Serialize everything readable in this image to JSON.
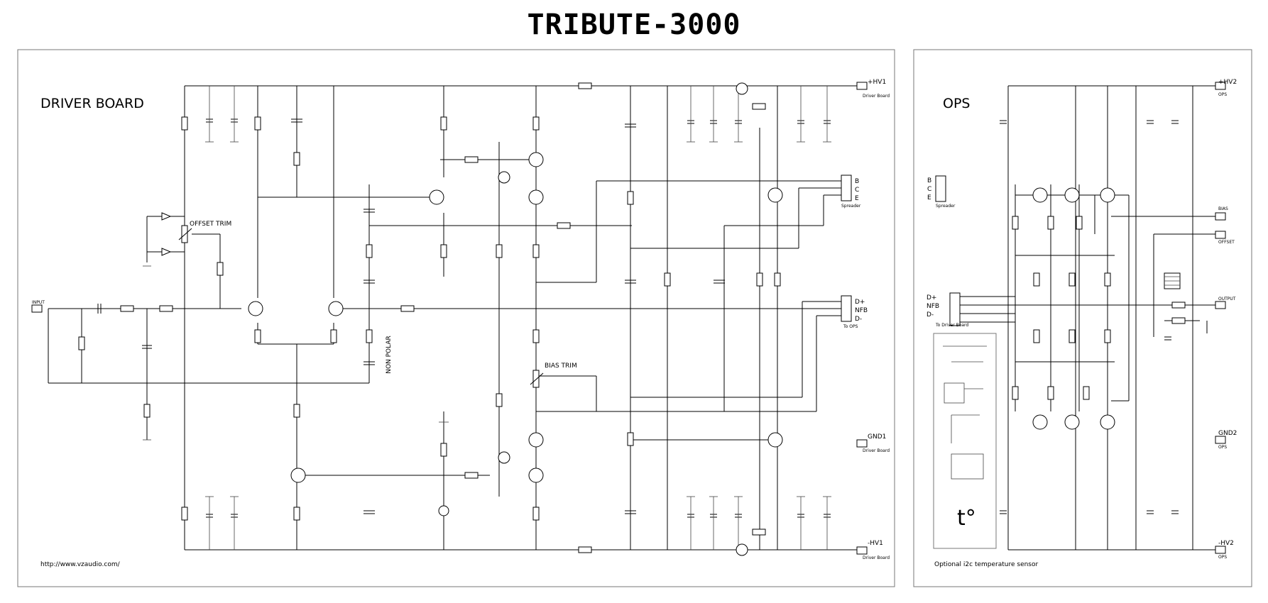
{
  "title": "TRIBUTE-3000",
  "driver": {
    "heading": "DRIVER BOARD",
    "url": "http://www.vzaudio.com/",
    "labels": {
      "offset_trim": "OFFSET TRIM",
      "bias_trim": "BIAS TRIM",
      "non_polar": "NON POLAR",
      "input": "INPUT"
    },
    "connectors": {
      "pos_rail": "+HV1",
      "gnd": "GND1",
      "neg_rail": "-HV1",
      "sub": "Driver Board",
      "bce": [
        "B",
        "C",
        "E"
      ],
      "ops": [
        "D+",
        "NFB",
        "D-"
      ],
      "to_ops": "To OPS",
      "spreader": "Spreader"
    }
  },
  "ops": {
    "heading": "OPS",
    "temp_symbol": "t°",
    "temp_caption": "Optional i2c temperature sensor",
    "connectors": {
      "pos": "+HV2",
      "neg": "-HV2",
      "gnd": "GND2",
      "sub": "OPS",
      "bias": "BIAS",
      "offset": "OFFSET",
      "output": "OUTPUT",
      "spreader": "Spreader",
      "to_driver": "To Driver Board",
      "bce": [
        "B",
        "C",
        "E"
      ],
      "ops": [
        "D+",
        "NFB",
        "D-"
      ]
    }
  },
  "colors": {
    "ink": "#000000",
    "frame": "#777777",
    "paper": "#ffffff"
  }
}
